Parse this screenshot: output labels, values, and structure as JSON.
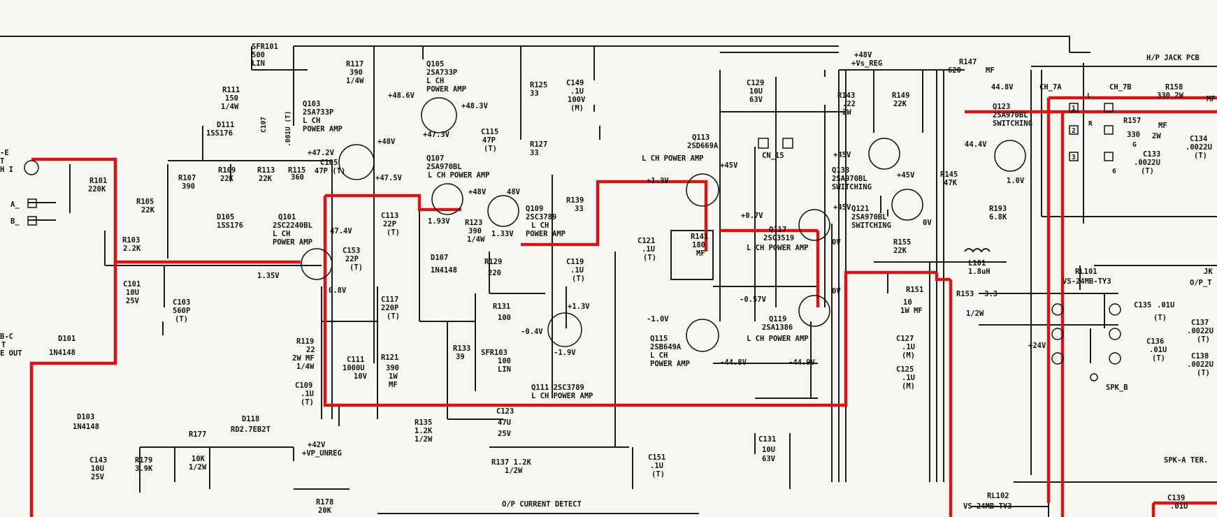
{
  "labels": {
    "sfr101": "SFR101",
    "sfr101_val": "500",
    "sfr101_type": "LIN",
    "r111": "R111",
    "r111_val": "150",
    "r111_w": "1/4W",
    "d111": "D111",
    "d111_val": "1SS176",
    "c107": "C107",
    "c107_val": ".001U (T)",
    "q103": "Q103",
    "q103_val": "2SA733P",
    "q103_d1": "L CH",
    "q103_d2": "POWER AMP",
    "r117": "R117",
    "r117_val": "390",
    "r117_w": "1/4W",
    "q105": "Q105",
    "q105_val": "2SA733P",
    "q105_d1": "L CH",
    "q105_d2": "POWER AMP",
    "v488": "+48.6V",
    "v483": "+48.3V",
    "v473": "+47.3V",
    "v472": "+47.2V",
    "v48a": "+48V",
    "v475": "+47.5V",
    "v48b": "+48V",
    "v48c": "48V",
    "r125": "R125",
    "r125_val": "33",
    "c149": "C149",
    "c149_val": ".1U",
    "c149_v": "100V",
    "c149_t": "(M)",
    "c115": "C115",
    "c115_val": "47P",
    "c115_t": "(T)",
    "r127": "R127",
    "r127_val": "33",
    "q107": "Q107",
    "q107_val": "2SA970BL",
    "q107_d": "L CH POWER AMP",
    "vs_reg": "+48V",
    "vs_reg2": "+Vs_REG",
    "r147": "R147",
    "r147_val": "620",
    "r147_mf": "MF",
    "v448": "44.8V",
    "hp_pcb": "H/P JACK PCB",
    "ch7a": "CH_7A",
    "ch7b": "CH_7B",
    "r158": "R158",
    "r158_val": "330 2W",
    "r158_mf": "MF",
    "r157": "R157",
    "r157_val": "330",
    "r157_w": "2W",
    "r157_mf": "MF",
    "c134": "C134",
    "c134_val": ".0022U",
    "c134_t": "(T)",
    "c133": "C133",
    "c133_val": ".0022U",
    "c133_t": "(T)",
    "c129": "C129",
    "c129_val": "10U",
    "c129_v": "63V",
    "r143": "R143",
    "r143_val": ".22",
    "r143_w": "2W",
    "r149": "R149",
    "r149_val": "22K",
    "q123": "Q123",
    "q123_val": "2SA970BL",
    "q123_d": "SWITCHING",
    "ch15": "CN_15",
    "q113": "Q113",
    "q113_val": "2SD669A",
    "q113_d": "L CH POWER AMP",
    "v45a": "+45V",
    "v45b": "+45V",
    "v45c": "+45V",
    "v45d": "+45V",
    "q133": "Q133",
    "q133_val": "2SA970BL",
    "q133_d": "SWITCHING",
    "v444": "44.4V",
    "v10": "1.0V",
    "r145": "R145",
    "r145_val": "47K",
    "r193": "R193",
    "r193_val": "6.8K",
    "q121": "Q121",
    "q121_val": "2SA970BL",
    "q121_d": "SWITCHING",
    "v0v": "0V",
    "r155": "R155",
    "r155_val": "22K",
    "l101": "L101",
    "l101_val": "1.8uH",
    "rl101": "RL101",
    "rl101_val": "VS-24MB-TY3",
    "r153": "R153",
    "r153_val": "3.3",
    "r153_w": "1/2W",
    "c135": "C135",
    "c135_val": ".01U",
    "c135_t": "(T)",
    "jk": "JK",
    "op_t": "O/P_T",
    "c137": "C137",
    "c137_val": ".0022U",
    "c137_t": "(T)",
    "c136": "C136",
    "c136_val": ".01U",
    "c136_t": "(T)",
    "c138": "C138",
    "c138_val": ".0022U",
    "c138_t": "(T)",
    "spk_b": "SPK_B",
    "v24": "+24V",
    "spk_a": "SPK-A TER.",
    "rl102": "RL102",
    "rl102_val": "VS-24MB-TY3",
    "c139": "C139",
    "c139_val": ".01U",
    "r101": "R101",
    "r101_val": "220K",
    "jack_e": "-E",
    "jack_t": "T",
    "jack_h": "H I",
    "a_lbl": "A_",
    "b_lbl": "B_",
    "r103": "R103",
    "r103_val": "2.2K",
    "r105": "R105",
    "r105_val": "22K",
    "r107": "R107",
    "r107_val": "390",
    "r109": "R109",
    "r109_val": "22K",
    "r113": "R113",
    "r113_val": "22K",
    "r115": "R115",
    "r115_val": "360",
    "c105": "C105",
    "c105_val": "47P (T)",
    "d105": "D105",
    "d105_val": "1SS176",
    "q101": "Q101",
    "q101_val": "2SC2240BL",
    "q101_d1": "L CH",
    "q101_d2": "POWER AMP",
    "v474": "47.4V",
    "v135": "1.35V",
    "v08": "0.8V",
    "c101": "C101",
    "c101_val": "10U",
    "c101_v": "25V",
    "c103": "C103",
    "c103_val": "560P",
    "c103_t": "(T)",
    "c153": "C153",
    "c153_val": "22P",
    "c153_t": "(T)",
    "c113": "C113",
    "c113_val": "22P",
    "c113_t": "(T)",
    "v193": "1.93V",
    "v133": "1.33V",
    "r123": "R123",
    "r123_val": "390",
    "r123_w": "1/4W",
    "q109": "Q109",
    "q109_val": "2SC3789",
    "q109_d1": "L CH",
    "q109_d2": "POWER AMP",
    "r139": "R139",
    "r139_val": "33",
    "v13a": "+1.3V",
    "v13b": "+1.3V",
    "v07": "+0.7V",
    "q117": "Q117",
    "q117_val": "2SC3519",
    "q117_d": "L CH POWER AMP",
    "v0a": "0V",
    "v0b": "0V",
    "c121": "C121",
    "c121_val": ".1U",
    "c121_t": "(T)",
    "r141": "R141",
    "r141_val": "180",
    "r141_mf": "MF",
    "d107": "D107",
    "d107_val": "1N4148",
    "r129": "R129",
    "r129_val": "220",
    "c119": "C119",
    "c119_val": ".1U",
    "c119_t": "(T)",
    "r151": "R151",
    "r151_val": "10",
    "r151_w": "1W MF",
    "v057": "-0.57V",
    "q119": "Q119",
    "q119_val": "2SA1386",
    "q119_d": "L CH POWER AMP",
    "c117": "C117",
    "c117_val": "220P",
    "c117_t": "(T)",
    "r131": "R131",
    "r131_val": "100",
    "v04": "-0.4V",
    "r133": "R133",
    "r133_val": "39",
    "sfr103": "SFR103",
    "sfr103_val": "100",
    "sfr103_t": "LIN",
    "v19": "-1.9V",
    "v10n": "-1.0V",
    "q115": "Q115",
    "q115_val": "2SB649A",
    "q115_d1": "L CH",
    "q115_d2": "POWER AMP",
    "v448n": "-44.8V",
    "v449n": "-44.9V",
    "c127": "C127",
    "c127_val": ".1U",
    "c127_t": "(M)",
    "c125": "C125",
    "c125_val": ".1U",
    "c125_t": "(M)",
    "bc_c": "B-C",
    "bc_t": "T",
    "bc_out": "E OUT",
    "d101": "D101",
    "d101_val": "1N4148",
    "r119": "R119",
    "r119_val": "22",
    "r119_w": "2W MF",
    "r119_q": "1/4W",
    "c111": "C111",
    "c111_val": "1000U",
    "c111_v": "10V",
    "c109": "C109",
    "c109_val": ".1U",
    "c109_t": "(T)",
    "r121": "R121",
    "r121_val": "390",
    "r121_w": "1W",
    "r121_mf": "MF",
    "q111": "Q111 2SC3789",
    "q111_d": "L CH POWER AMP",
    "d103": "D103",
    "d103_val": "1N4148",
    "d118": "D118",
    "d118_val": "RD2.7EB2T",
    "r177": "R177",
    "r177_val": "10K",
    "r177_w": "1/2W",
    "vp_unreg": "+42V",
    "vp_unreg2": "+VP_UNREG",
    "c143": "C143",
    "c143_val": "10U",
    "c143_v": "25V",
    "r179": "R179",
    "r179_val": "3.9K",
    "r178": "R178",
    "r178_val": "20K",
    "r135": "R135",
    "r135_val": "1.2K",
    "r135_w": "1/2W",
    "c123": "C123",
    "c123_val": "47U",
    "c123_v": "25V",
    "r137": "R137  1.2K",
    "r137_w": "1/2W",
    "c151": "C151",
    "c151_val": ".1U",
    "c151_t": "(T)",
    "c131": "C131",
    "c131_val": "10U",
    "c131_v": "63V",
    "op_detect": "O/P CURRENT DETECT",
    "pin1": "1",
    "pin2": "2",
    "pin3": "3",
    "pin6": "6",
    "l_a": "L",
    "r_a": "R",
    "s_a": "G"
  }
}
